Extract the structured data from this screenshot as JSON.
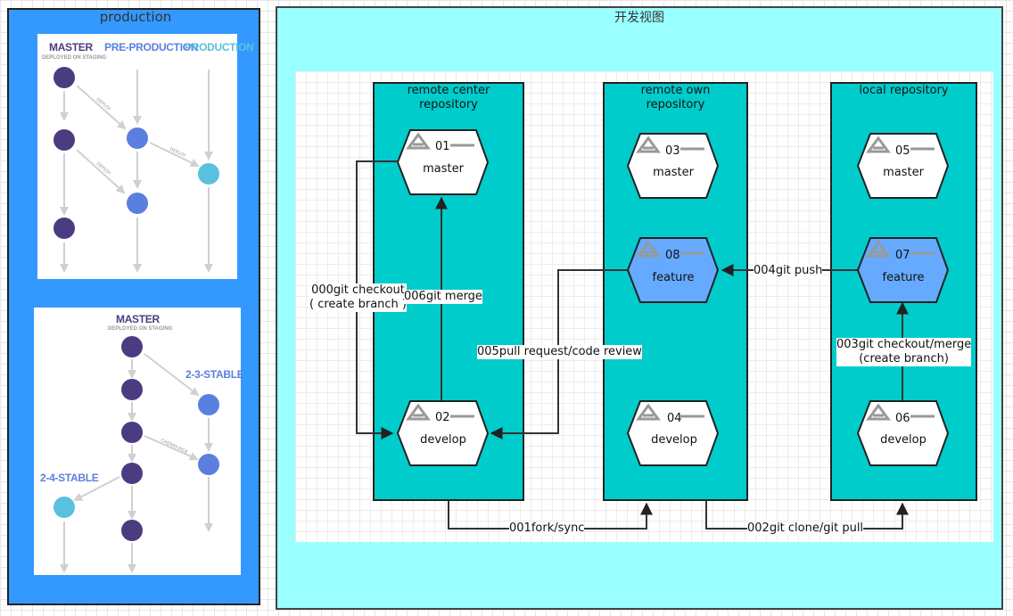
{
  "left_panel": {
    "title": "production",
    "colors": {
      "panel": "#3399ff",
      "master": "#4b3c82",
      "pre": "#5b7fdf",
      "prod": "#5bc0de"
    },
    "flow1": {
      "col_master": "MASTER",
      "col_master_sub": "DEPLOYED ON STAGING",
      "col_pre": "PRE-PRODUCTION",
      "col_prod": "PRODUCTION",
      "edge_labels": [
        "DEPLOY",
        "DEPLOY",
        "DEPLOY"
      ]
    },
    "flow2": {
      "title": "MASTER",
      "title_sub": "DEPLOYED ON STAGING",
      "branch_a": "2-3-STABLE",
      "branch_b": "2-4-STABLE",
      "edge_label": "CHERRY-PICK"
    }
  },
  "right_panel": {
    "title": "开发视图",
    "colors": {
      "panel": "#99ffff",
      "repo": "#00cccc",
      "feature": "#66aaff"
    },
    "repos": [
      {
        "title": "remote center repository",
        "nodes": [
          {
            "num": "01",
            "label": "master"
          },
          {
            "num": "02",
            "label": "develop"
          }
        ]
      },
      {
        "title": "remote own repository",
        "nodes": [
          {
            "num": "03",
            "label": "master"
          },
          {
            "num": "08",
            "label": "feature"
          },
          {
            "num": "04",
            "label": "develop"
          }
        ]
      },
      {
        "title": "local repository",
        "nodes": [
          {
            "num": "05",
            "label": "master"
          },
          {
            "num": "07",
            "label": "feature"
          },
          {
            "num": "06",
            "label": "develop"
          }
        ]
      }
    ],
    "edges": {
      "e000": "000git checkout\n( create branch )",
      "e001": "001fork/sync",
      "e002": "002git clone/git pull",
      "e003": "003git checkout/merge\n(create branch)",
      "e004": "004git push",
      "e005": "005pull request/code review",
      "e006": "006git merge"
    }
  }
}
